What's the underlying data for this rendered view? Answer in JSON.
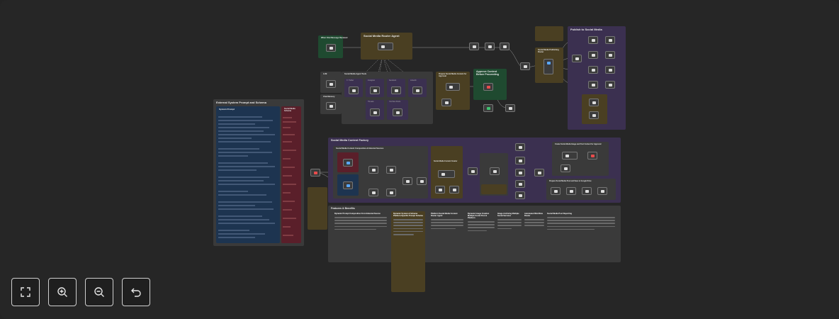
{
  "groups": {
    "system_prompt": {
      "title": "External System Prompt and Schema",
      "sub": "System Prompt",
      "schema": "Social Media Schema"
    },
    "router": {
      "title": "Social Media Router Agent"
    },
    "trigger": {
      "title": "When Chat Message Received"
    },
    "llm": {
      "title": "LLM"
    },
    "memory": {
      "title": "Chat Memory"
    },
    "tools": {
      "title": "Social Media Agent Tools"
    },
    "approve_note": {
      "title": "Prepare Social Media Content for Approval"
    },
    "approve": {
      "title": "Approve Content Before Proceeding"
    },
    "publishing_router": {
      "title": "Social Media Publishing Router"
    },
    "publish": {
      "title": "Publish to Social Media"
    },
    "factory": {
      "title": "Social Media Content Factory"
    },
    "factory_sub": {
      "title": "Social Media Content Composition & External Sources"
    },
    "factory_note": {
      "title": "Social Media Content Creator"
    },
    "image_gen": {
      "title": "Create Social Media Image and Post Content for Approval"
    },
    "drive": {
      "title": "Prepare Social Media Post and Save to Google Drive"
    },
    "features": {
      "title": "Features & Benefits"
    }
  },
  "tool_labels": [
    "X / Twitter",
    "Instagram",
    "Facebook",
    "LinkedIn",
    "Threads",
    "YouTube Shorts"
  ],
  "features": [
    "Dynamic Prompt Composition From External Source",
    "Dynamic System & Schema Platform-Specific Prompt Schema",
    "Platform Social Media Content Router Agent",
    "Dynamic Image Creation Multiple Social Post & Platform",
    "Image Archiving Multiple Social Services",
    "Automated Workflow Router",
    "Social Media Post Reporting"
  ],
  "toolbar": [
    {
      "name": "fit-view-button",
      "icon": "fullscreen-icon"
    },
    {
      "name": "zoom-in-button",
      "icon": "zoom-in-icon"
    },
    {
      "name": "zoom-out-button",
      "icon": "zoom-out-icon"
    },
    {
      "name": "reset-zoom-button",
      "icon": "undo-icon"
    }
  ],
  "colors": {
    "background": "#262626",
    "purple_group": "#3b3050",
    "yellow_group": "#4a3f22",
    "gray_group": "#3a3a3a",
    "green_group": "#1f4a30",
    "red_schema": "#5a1f2a",
    "blue_prompt": "#1d3450"
  }
}
